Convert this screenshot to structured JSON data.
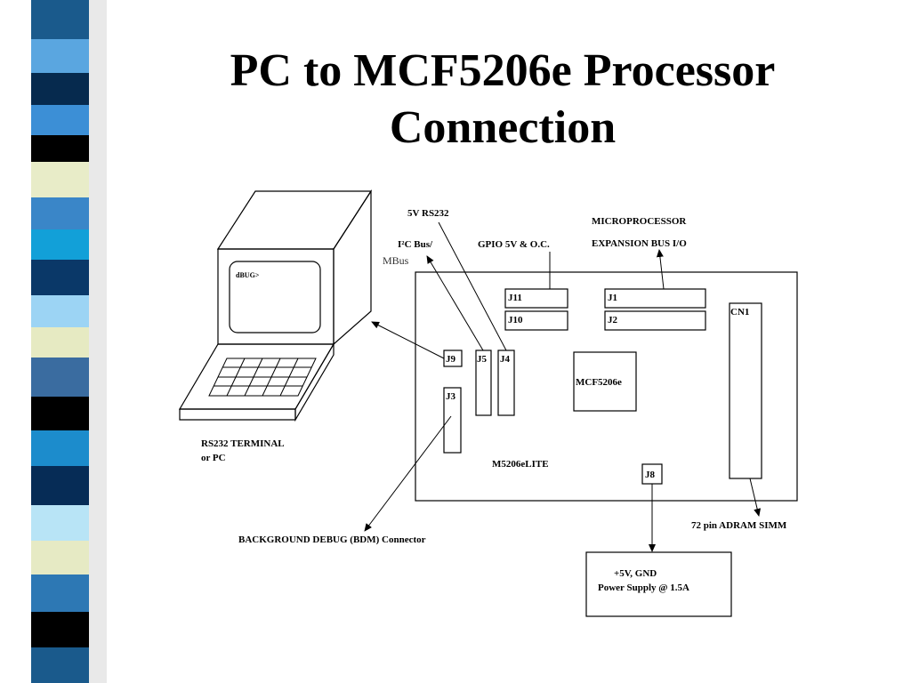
{
  "slide": {
    "title_line1": "PC to MCF5206e Processor",
    "title_line2": "Connection"
  },
  "colors": {
    "stripe": [
      "#1a5a8c",
      "#5aa6e0",
      "#062a4e",
      "#3c8fd6",
      "#000000",
      "#e8ecc8",
      "#3a86c8",
      "#12a0d8",
      "#0a3868",
      "#9cd4f4",
      "#e6eac2",
      "#3a6ca0",
      "#000000",
      "#1c8ccc",
      "#062c56",
      "#b8e4f6",
      "#e6eac4",
      "#2d78b4",
      "#000000"
    ]
  },
  "diagram": {
    "terminal_screen_text": "dBUG>",
    "terminal_label_line1": "RS232 TERMINAL",
    "terminal_label_line2": "or PC",
    "label_rs232": "5V RS232",
    "label_i2c_bus": "I²C Bus/",
    "label_mbus": "MBus",
    "label_gpio": "GPIO 5V & O.C.",
    "label_micro_line1": "MICROPROCESSOR",
    "label_micro_line2": "EXPANSION BUS I/O",
    "connector_j11": "J11",
    "connector_j10": "J10",
    "connector_j1": "J1",
    "connector_j2": "J2",
    "connector_cn1": "CN1",
    "connector_j9": "J9",
    "connector_j5": "J5",
    "connector_j4": "J4",
    "connector_j3": "J3",
    "connector_j8": "J8",
    "chip_label": "MCF5206e",
    "board_label": "M5206eLITE",
    "label_simm": "72 pin ADRAM  SIMM",
    "label_bdm": "BACKGROUND DEBUG (BDM) Connector",
    "power_line1": "+5V, GND",
    "power_line2": "Power Supply @ 1.5A"
  }
}
